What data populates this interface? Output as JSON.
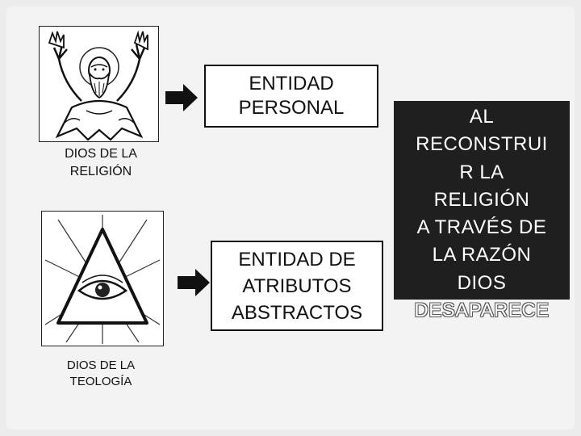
{
  "religion": {
    "caption_line1": "DIOS DE LA",
    "caption_line2": "RELIGIÓN",
    "image_icon": "bearded-god-figure-icon"
  },
  "theology": {
    "caption_line1": "DIOS DE LA",
    "caption_line2": "TEOLOGÍA",
    "image_icon": "eye-in-triangle-icon"
  },
  "box_personal": {
    "line1": "ENTIDAD",
    "line2": "PERSONAL"
  },
  "box_abstract": {
    "line1": "ENTIDAD DE",
    "line2": "ATRIBUTOS",
    "line3": "ABSTRACTOS"
  },
  "conclusion": {
    "lines": [
      "AL",
      "RECONSTRUI",
      "R LA",
      "RELIGIÓN",
      "A TRAVÉS DE",
      "LA RAZÓN",
      "DIOS",
      "DESAPARECE"
    ]
  },
  "colors": {
    "background": "#f3f3f3",
    "dark_panel": "#1f1f1f",
    "text": "#111111"
  }
}
